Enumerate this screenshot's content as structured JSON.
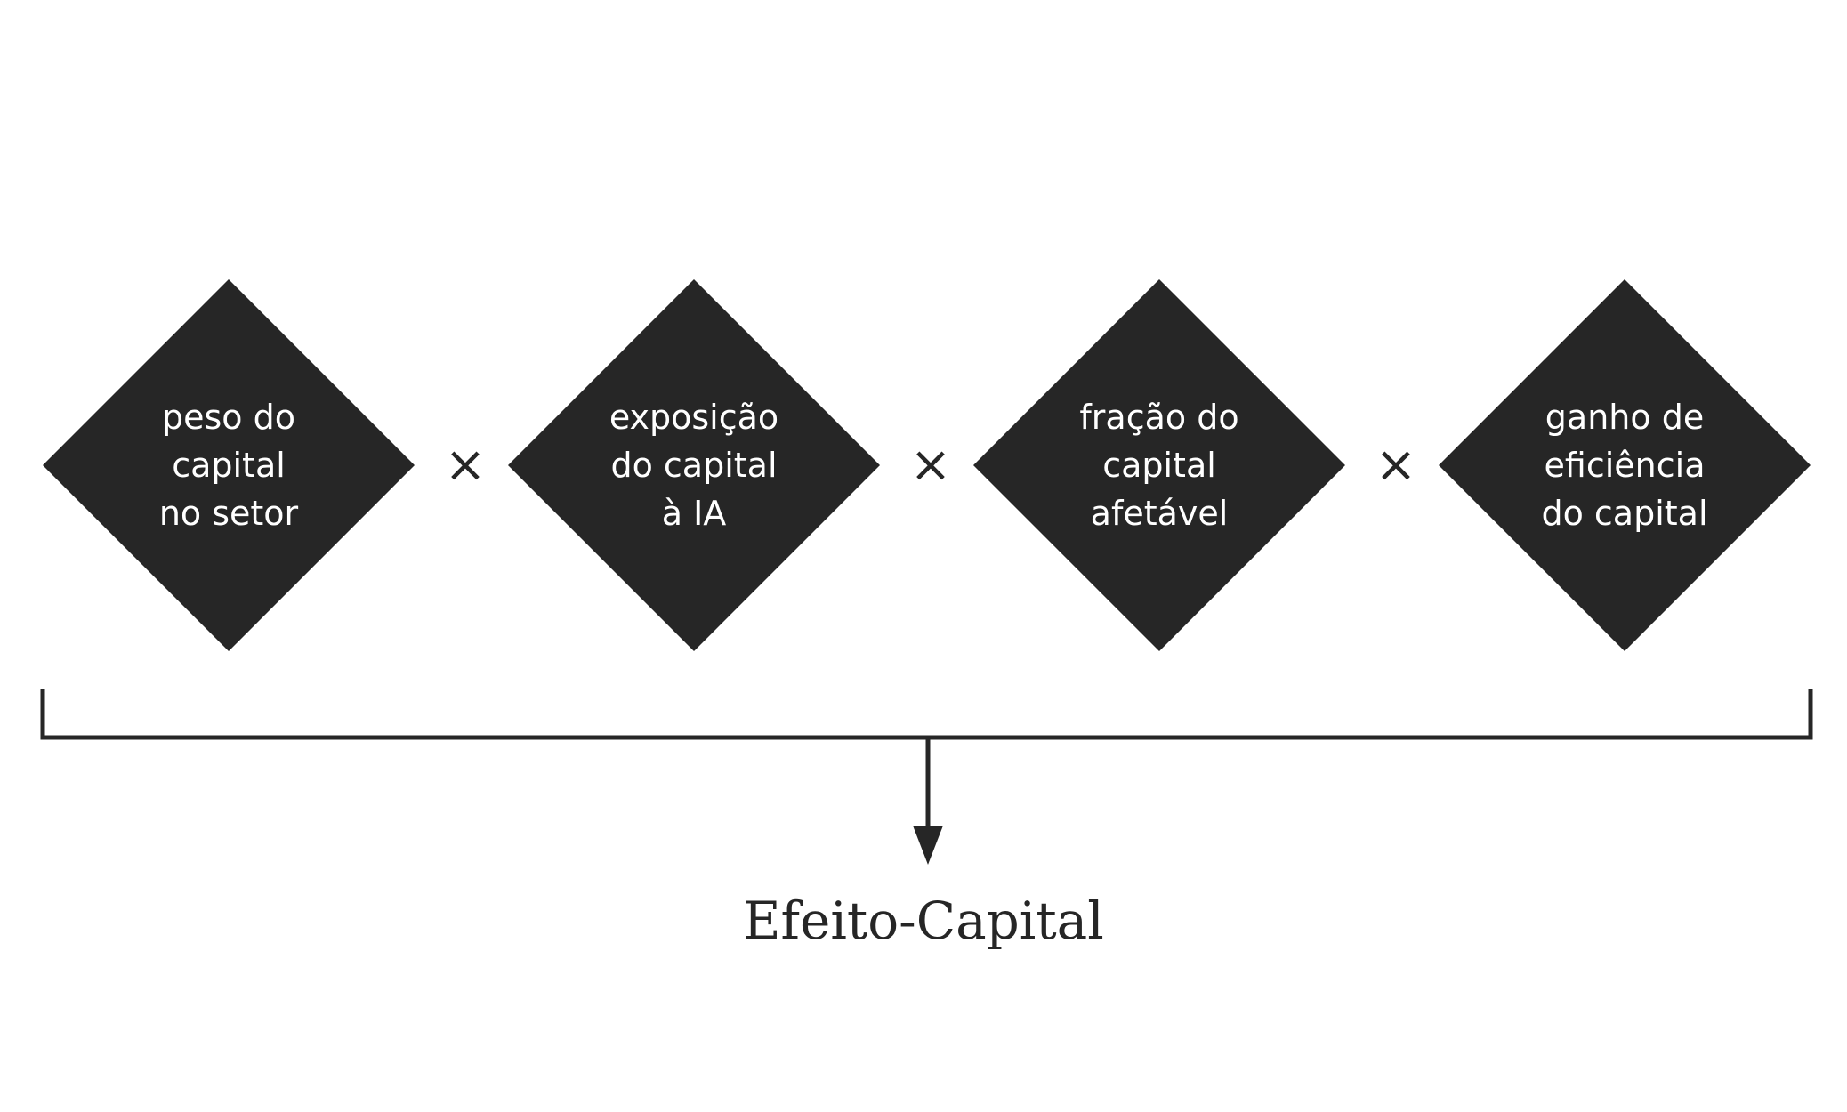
{
  "nodes": [
    {
      "lines": [
        "peso do",
        "capital",
        "no setor"
      ]
    },
    {
      "lines": [
        "exposição",
        "do capital",
        "à IA"
      ]
    },
    {
      "lines": [
        "fração do",
        "capital",
        "afetável"
      ]
    },
    {
      "lines": [
        "ganho de",
        "eficiência",
        "do capital"
      ]
    }
  ],
  "operator": "×",
  "result": "Efeito-Capital",
  "colors": {
    "node_fill": "#262626",
    "node_text": "#ffffff",
    "line": "#262626",
    "background": "#ffffff"
  }
}
